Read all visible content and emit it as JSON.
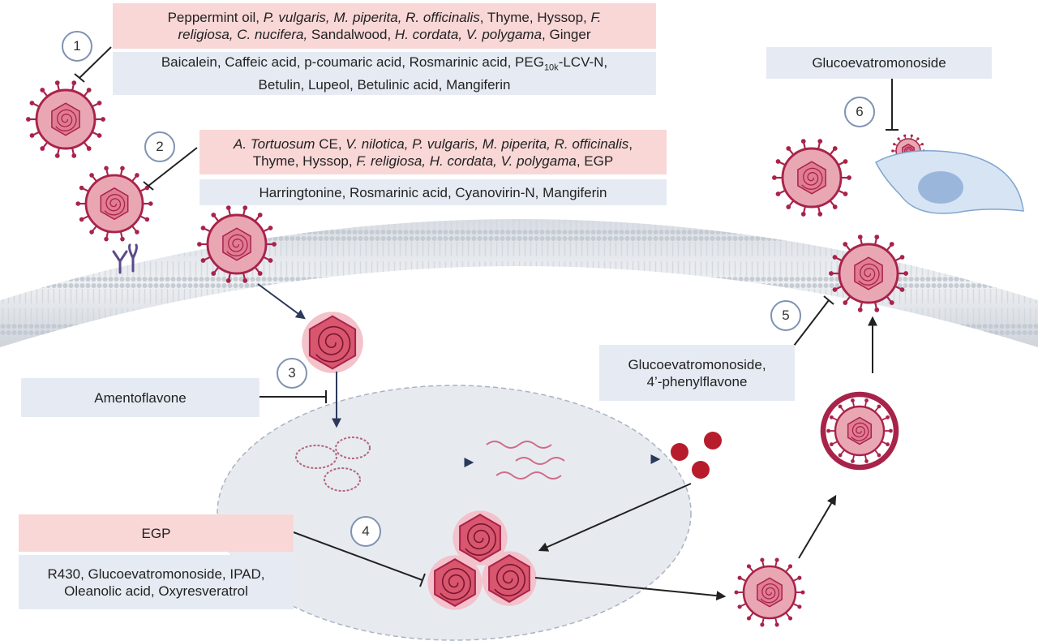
{
  "steps": [
    "1",
    "2",
    "3",
    "4",
    "5",
    "6"
  ],
  "boxes": {
    "b1_pink": [
      [
        [
          "Peppermint oil, ",
          false
        ],
        [
          "P. vulgaris, M. piperita, R. officinalis",
          true
        ],
        [
          ", Thyme, Hyssop, ",
          false
        ],
        [
          "F.",
          true
        ]
      ],
      [
        [
          "religiosa, C. nucifera,",
          true
        ],
        [
          " Sandalwood, ",
          false
        ],
        [
          "H. cordata, V. polygama",
          true
        ],
        [
          ", Ginger",
          false
        ]
      ]
    ],
    "b1_blue": [
      [
        [
          "Baicalein, Caffeic acid, p-coumaric acid, Rosmarinic acid, PEG",
          false
        ],
        [
          "10k",
          "sub"
        ],
        [
          "-LCV-N,",
          false
        ]
      ],
      [
        [
          "Betulin,  Lupeol, Betulinic acid, Mangiferin",
          false
        ]
      ]
    ],
    "b2_pink": [
      [
        [
          "A. Tortuosum",
          true
        ],
        [
          " CE, ",
          false
        ],
        [
          "V. nilotica, P. vulgaris, M. piperita, R. officinalis",
          true
        ],
        [
          ",",
          false
        ]
      ],
      [
        [
          "Thyme, Hyssop, ",
          false
        ],
        [
          "F. religiosa, H. cordata, V. polygama",
          true
        ],
        [
          ", EGP",
          false
        ]
      ]
    ],
    "b2_blue": [
      [
        [
          "Harringtonine, Rosmarinic acid, Cyanovirin-N, Mangiferin",
          false
        ]
      ]
    ],
    "b3_blue": [
      [
        [
          "Amentoflavone",
          false
        ]
      ]
    ],
    "b4_pink": [
      [
        [
          "EGP",
          false
        ]
      ]
    ],
    "b4_blue": [
      [
        [
          "R430, Glucoevatromonoside, IPAD,",
          false
        ]
      ],
      [
        [
          "Oleanolic acid, Oxyresveratrol",
          false
        ]
      ]
    ],
    "b5_blue": [
      [
        [
          "Glucoevatromonoside,",
          false
        ]
      ],
      [
        [
          "4’-phenylflavone",
          false
        ]
      ]
    ],
    "b6_blue": [
      [
        [
          "Glucoevatromonoside",
          false
        ]
      ]
    ]
  },
  "colors": {
    "virus": "#a8234a",
    "virus_fill": "#e9a7b3",
    "inhibitor": "#222222",
    "flow_arrow": "#2b3a5c",
    "step_ring": "#7f93b2",
    "pink_box": "#f9d7d7",
    "blue_box": "#e6ebf3"
  }
}
